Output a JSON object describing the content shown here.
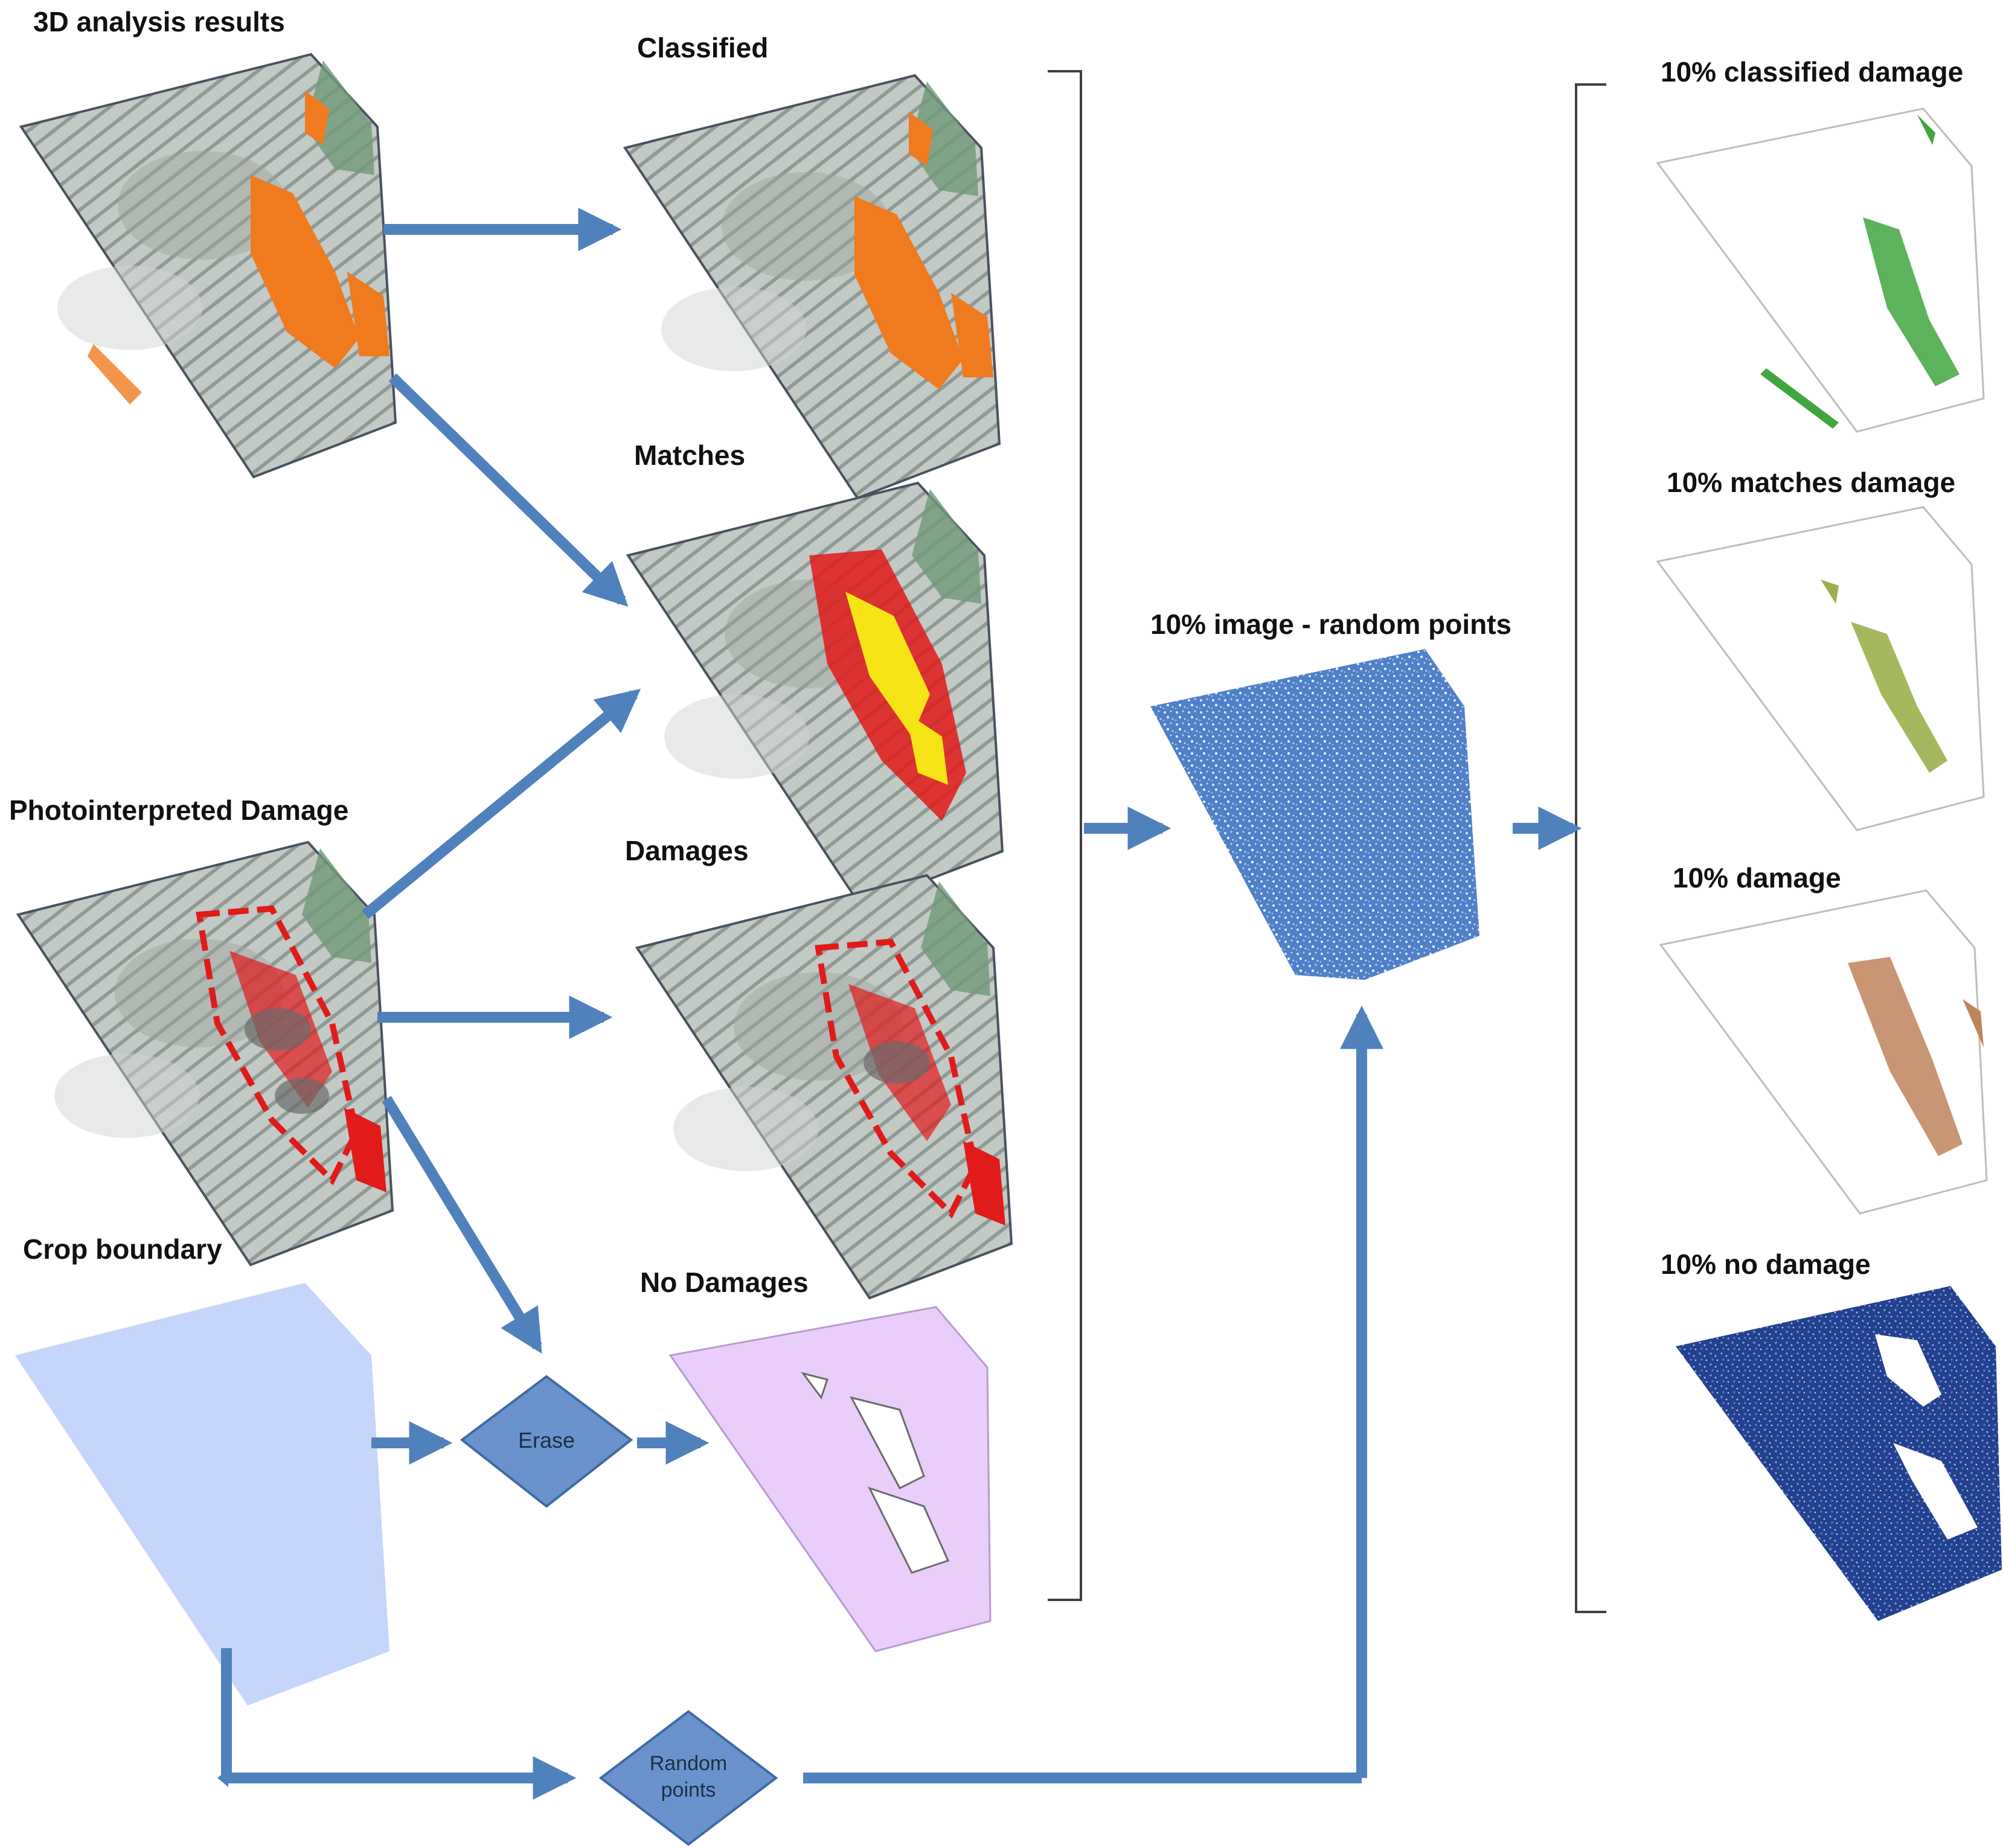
{
  "colors": {
    "arrow": "#4f81bd",
    "diamond_fill": "#6a93cd",
    "diamond_stroke": "#3f6aa1",
    "bracket": "#404040",
    "field_base": "#bfc5c0",
    "classified": "#f07a1e",
    "damage_red": "#e11a1a",
    "match_yellow": "#f7e416",
    "crop_boundary": "#c5d5fb",
    "no_damage_fill": "#e9cdfb",
    "random_points": "#5b8ccf",
    "green_damage": "#3fa640",
    "olive_damage": "#9bb04d",
    "brown_damage": "#c0845a",
    "navy_points": "#26459a"
  },
  "labels": {
    "analysis_3d": "3D analysis results",
    "photo_damage": "Photointerpreted Damage",
    "crop_boundary": "Crop boundary",
    "classified": "Classified",
    "matches": "Matches",
    "damages": "Damages",
    "no_damages": "No Damages",
    "random_image": "10% image - random points",
    "pct_classified": "10% classified damage",
    "pct_matches": "10% matches damage",
    "pct_damage": "10% damage",
    "pct_no_damage": "10% no damage"
  },
  "shapes": {
    "erase": "Erase",
    "random_line1": "Random",
    "random_line2": "points"
  },
  "icons": {
    "field": "orthophoto-field-icon",
    "points": "random-points-icon"
  }
}
